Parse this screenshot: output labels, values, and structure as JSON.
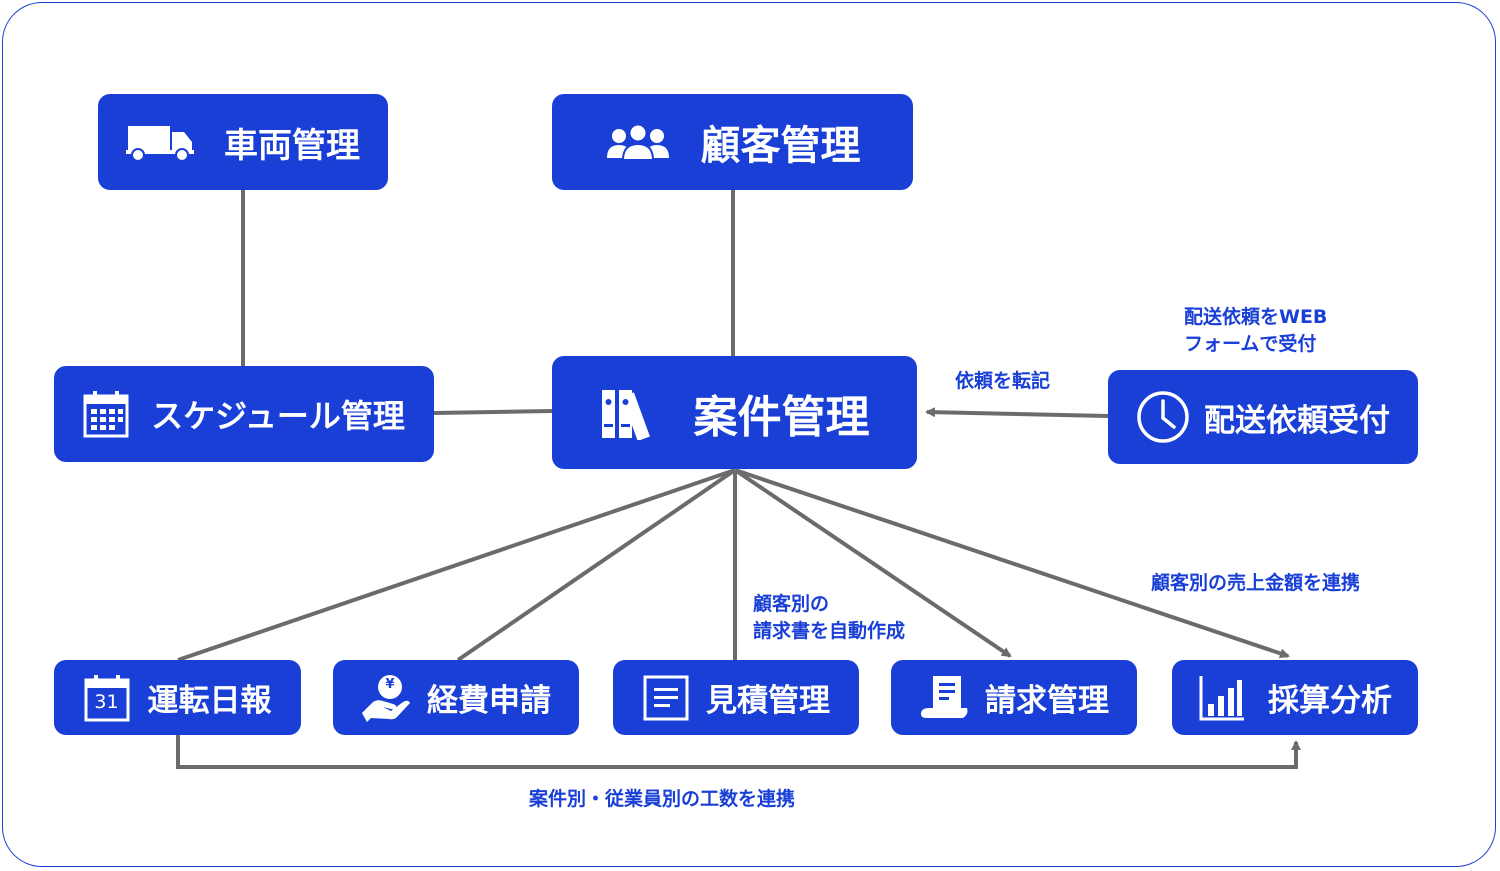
{
  "colors": {
    "node": "#1a3fd6",
    "line": "#6b6b6b",
    "frame": "#1f3fd0",
    "text": "#1a3fd6"
  },
  "nodes": {
    "vehicle": {
      "label": "車両管理",
      "icon": "truck-icon"
    },
    "customer": {
      "label": "顧客管理",
      "icon": "people-icon"
    },
    "schedule": {
      "label": "スケジュール管理",
      "icon": "calendar-grid-icon"
    },
    "project": {
      "label": "案件管理",
      "icon": "binders-icon"
    },
    "delivery": {
      "label": "配送依頼受付",
      "icon": "clock-icon"
    },
    "daily": {
      "label": "運転日報",
      "icon": "calendar-31-icon",
      "icon_text": "31"
    },
    "expense": {
      "label": "経費申請",
      "icon": "yen-hand-icon",
      "icon_text": "¥"
    },
    "estimate": {
      "label": "見積管理",
      "icon": "document-icon"
    },
    "invoice": {
      "label": "請求管理",
      "icon": "scroll-icon"
    },
    "analysis": {
      "label": "採算分析",
      "icon": "bar-chart-icon"
    }
  },
  "annotations": {
    "web_form": [
      "配送依頼をWEB",
      "フォームで受付"
    ],
    "transcribe": "依頼を転記",
    "auto_invoice": [
      "顧客別の",
      "請求書を自動作成"
    ],
    "sales_link": "顧客別の売上金額を連携",
    "labor_link": "案件別・従業員別の工数を連携"
  }
}
